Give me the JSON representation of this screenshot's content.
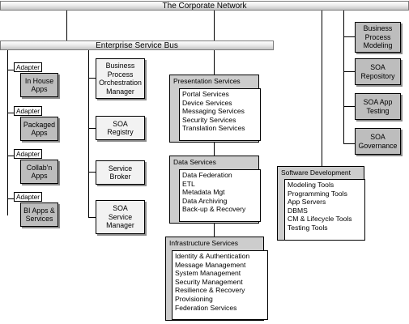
{
  "network": {
    "label": "The Corporate Network"
  },
  "esb": {
    "label": "Enterprise Service Bus"
  },
  "adapters": [
    {
      "tag": "Adapter",
      "name": "In House\nApps"
    },
    {
      "tag": "Adapter",
      "name": "Packaged\nApps"
    },
    {
      "tag": "Adapter",
      "name": "Collab'n\nApps"
    },
    {
      "tag": "Adapter",
      "name": "BI Apps &\nServices"
    }
  ],
  "middle": [
    {
      "name": "Business\nProcess\nOrchestration\nManager"
    },
    {
      "name": "SOA\nRegistry"
    },
    {
      "name": "Service\nBroker"
    },
    {
      "name": "SOA\nService\nManager"
    }
  ],
  "presentation": {
    "title": "Presentation Services",
    "items": [
      "Portal Services",
      "Device Services",
      "Messaging Services",
      "Security Services",
      "Translation Services"
    ]
  },
  "data_services": {
    "title": "Data Services",
    "items": [
      "Data Federation",
      "ETL",
      "Metadata Mgt",
      "Data Archiving",
      "Back-up & Recovery"
    ]
  },
  "infrastructure": {
    "title": "Infrastructure Services",
    "items": [
      "Identity & Authentication",
      "Message Management",
      "System Management",
      "Security Management",
      "Resilience & Recovery",
      "Provisioning",
      "Federation Services"
    ]
  },
  "software": {
    "title": "Software Development",
    "items": [
      "Modeling Tools",
      "Programming Tools",
      "App Servers",
      "DBMS",
      "CM & Lifecycle Tools",
      "Testing Tools"
    ]
  },
  "right": [
    {
      "name": "Business\nProcess\nModeling"
    },
    {
      "name": "SOA\nRepository"
    },
    {
      "name": "SOA App\nTesting"
    },
    {
      "name": "SOA\nGovernance"
    }
  ]
}
